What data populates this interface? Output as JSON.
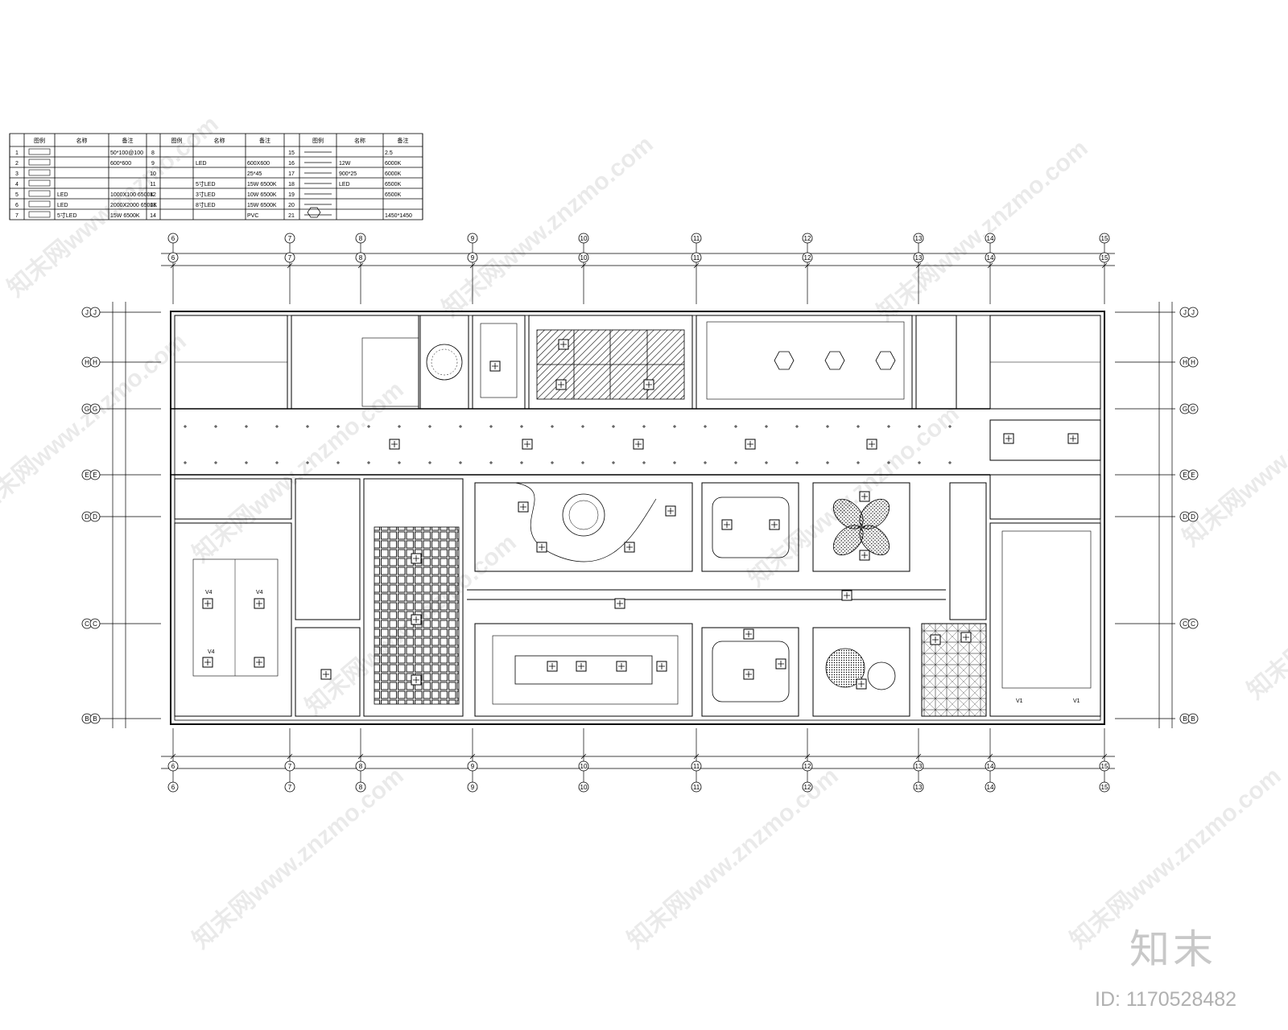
{
  "legend": {
    "headers": [
      "图例",
      "名称",
      "备注",
      "图例",
      "名称",
      "备注",
      "图例",
      "名称",
      "备注"
    ],
    "rows": [
      {
        "n1": "1",
        "note1": "50*100@100",
        "n2": "8",
        "n3": "15",
        "note3": "2.5"
      },
      {
        "n1": "2",
        "note1": "600*600",
        "n2": "9",
        "name2": "LED",
        "note2": "600X600",
        "n3": "16",
        "name3": "12W",
        "note3": "6000K"
      },
      {
        "n1": "3",
        "n2": "10",
        "note2": "25*45",
        "n3": "17",
        "name3": "900*25",
        "note3": "6000K"
      },
      {
        "n1": "4",
        "n2": "11",
        "name2": "5寸LED",
        "note2": "15W 6500K",
        "n3": "18",
        "name3": "LED",
        "note3": "6500K"
      },
      {
        "n1": "5",
        "name1": "LED",
        "note1": "1000X100 6500K",
        "n2": "12",
        "name2": "3寸LED",
        "note2": "10W 6500K",
        "n3": "19",
        "note3": "6500K"
      },
      {
        "n1": "6",
        "name1": "LED",
        "note1": "2000X2000 6500K",
        "n2": "13",
        "name2": "8寸LED",
        "note2": "15W 6500K",
        "n3": "20"
      },
      {
        "n1": "7",
        "name1": "5寸LED",
        "note1": "15W 6500K",
        "n2": "14",
        "note2": "PVC",
        "n3": "21",
        "note3": "1450*1450"
      }
    ]
  },
  "axes": {
    "vertical": [
      "6",
      "7",
      "8",
      "9",
      "10",
      "11",
      "12",
      "13",
      "14",
      "15"
    ],
    "horizontal": [
      "J",
      "H",
      "G",
      "E",
      "D",
      "C",
      "B"
    ]
  },
  "labels": {
    "fixture_v4": "V4",
    "fixture_v1": "V1"
  },
  "watermark": {
    "text": "知末网www.znzmo.com",
    "brand": "知末",
    "id": "ID: 1170528482"
  }
}
